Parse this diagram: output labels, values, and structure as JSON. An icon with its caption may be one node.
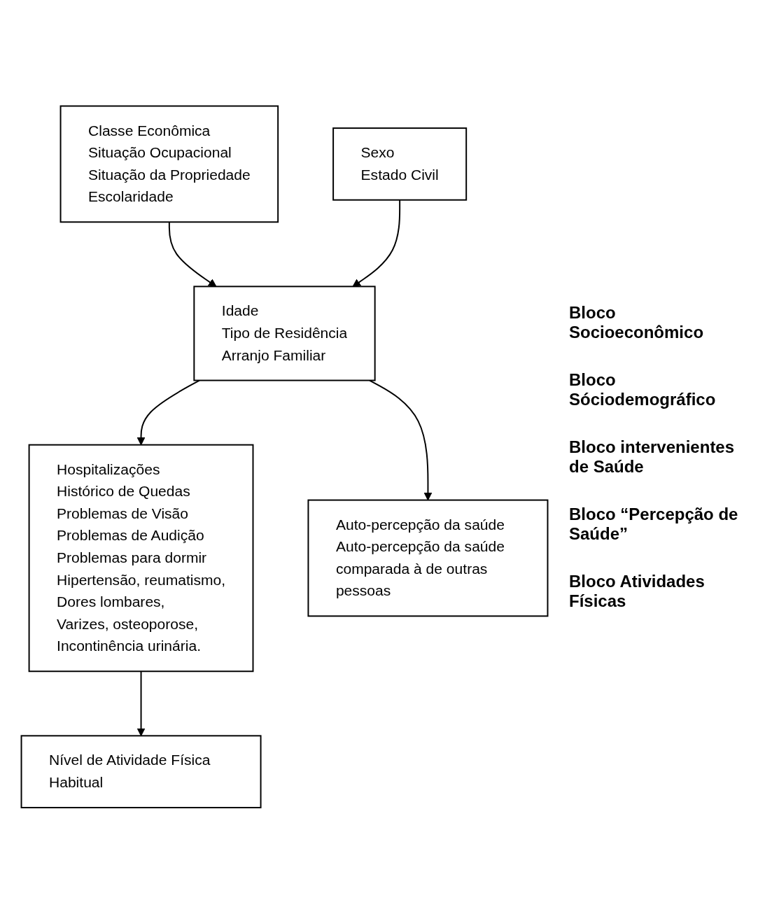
{
  "diagram": {
    "nodes": [
      {
        "text": [
          "Classe Econômica",
          "Situação Ocupacional",
          "Situação da Propriedade",
          "Escolaridade"
        ]
      },
      {
        "text": [
          "Sexo",
          "Estado Civil"
        ]
      },
      {
        "text": [
          "Idade",
          "Tipo de Residência",
          "Arranjo Familiar"
        ]
      },
      {
        "text": [
          "Hospitalizações",
          "Histórico de Quedas",
          "Problemas de Visão",
          "Problemas de Audição",
          "Problemas para dormir",
          "Hipertensão, reumatismo,",
          "Dores lombares,",
          "Varizes, osteoporose,",
          "Incontinência urinária."
        ]
      },
      {
        "text": [
          "Auto-percepção da saúde",
          "Auto-percepção da saúde comparada à de outras pessoas"
        ]
      },
      {
        "text": [
          "Nível de Atividade Física Habitual"
        ]
      }
    ],
    "edges": [
      {
        "from": 0,
        "to": 2,
        "arrow": "to"
      },
      {
        "from": 1,
        "to": 2,
        "arrow": "to"
      },
      {
        "from": 2,
        "to": 3,
        "arrow": "to"
      },
      {
        "from": 2,
        "to": 4,
        "arrow": "to"
      },
      {
        "from": 3,
        "to": 5,
        "arrow": "to"
      }
    ],
    "labels": [
      "Bloco Socioeconômico",
      "Bloco Sóciodemográfico",
      "Bloco intervenientes de Saúde",
      "Bloco “Percepção de Saúde”",
      "Bloco Atividades Físicas"
    ]
  }
}
